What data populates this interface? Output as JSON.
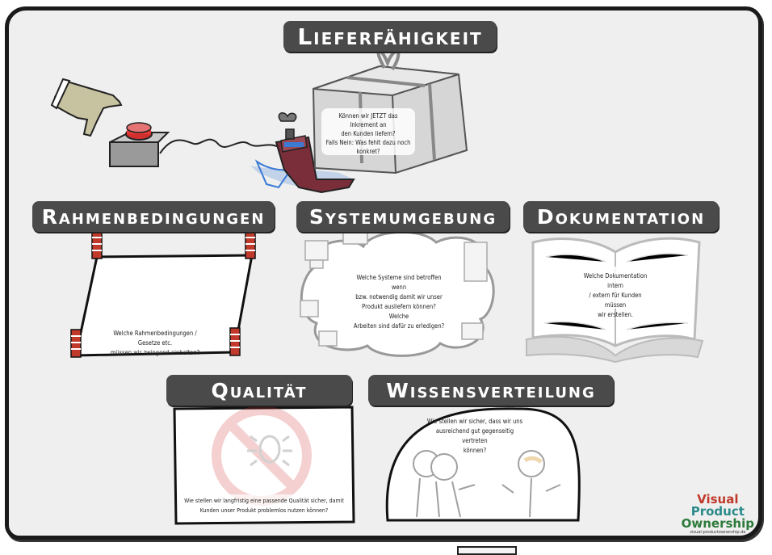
{
  "sections": {
    "lieferfaehigkeit": {
      "title": "Lieferfähigkeit",
      "note": [
        "Können wir JETZT das Inkrement an",
        "den Kunden liefern?",
        "Falls Nein: Was fehlt dazu noch",
        "konkret?"
      ]
    },
    "rahmenbedingungen": {
      "title": "Rahmenbedingungen",
      "note": [
        "Welche Rahmenbedingungen / Gesetze etc.",
        "müssen wir zwingend einhalten?"
      ]
    },
    "systemumgebung": {
      "title": "Systemumgebung",
      "note": [
        "Welche Systeme sind betroffen wenn",
        "bzw. notwendig damit wir unser",
        "Produkt ausliefern können? Welche",
        "Arbeiten sind dafür zu erledigen?"
      ]
    },
    "dokumentation": {
      "title": "Dokumentation",
      "note": [
        "Welche Dokumentation intern",
        "/ extern für Kunden müssen",
        "wir erstellen."
      ]
    },
    "qualitaet": {
      "title": "Qualität",
      "note": [
        "Wie stellen wir langfristig eine passende Qualität sicher, damit",
        "Kunden unser Produkt problemlos nutzen können?"
      ]
    },
    "wissensverteilung": {
      "title": "Wissensverteilung",
      "note": [
        "Wie stellen wir sicher, dass wir uns",
        "ausreichend gut gegenseitig vertreten",
        "können?"
      ]
    }
  },
  "logo": {
    "line1": "Visual",
    "line2": "Product",
    "line3": "Ownership",
    "url": "visual-productownership.de"
  },
  "colors": {
    "banner": "#4a4a4a",
    "board": "#efefef",
    "button_red": "#d32f2f",
    "ship_maroon": "#7a2e3a",
    "water_blue": "#3a7bd5"
  }
}
